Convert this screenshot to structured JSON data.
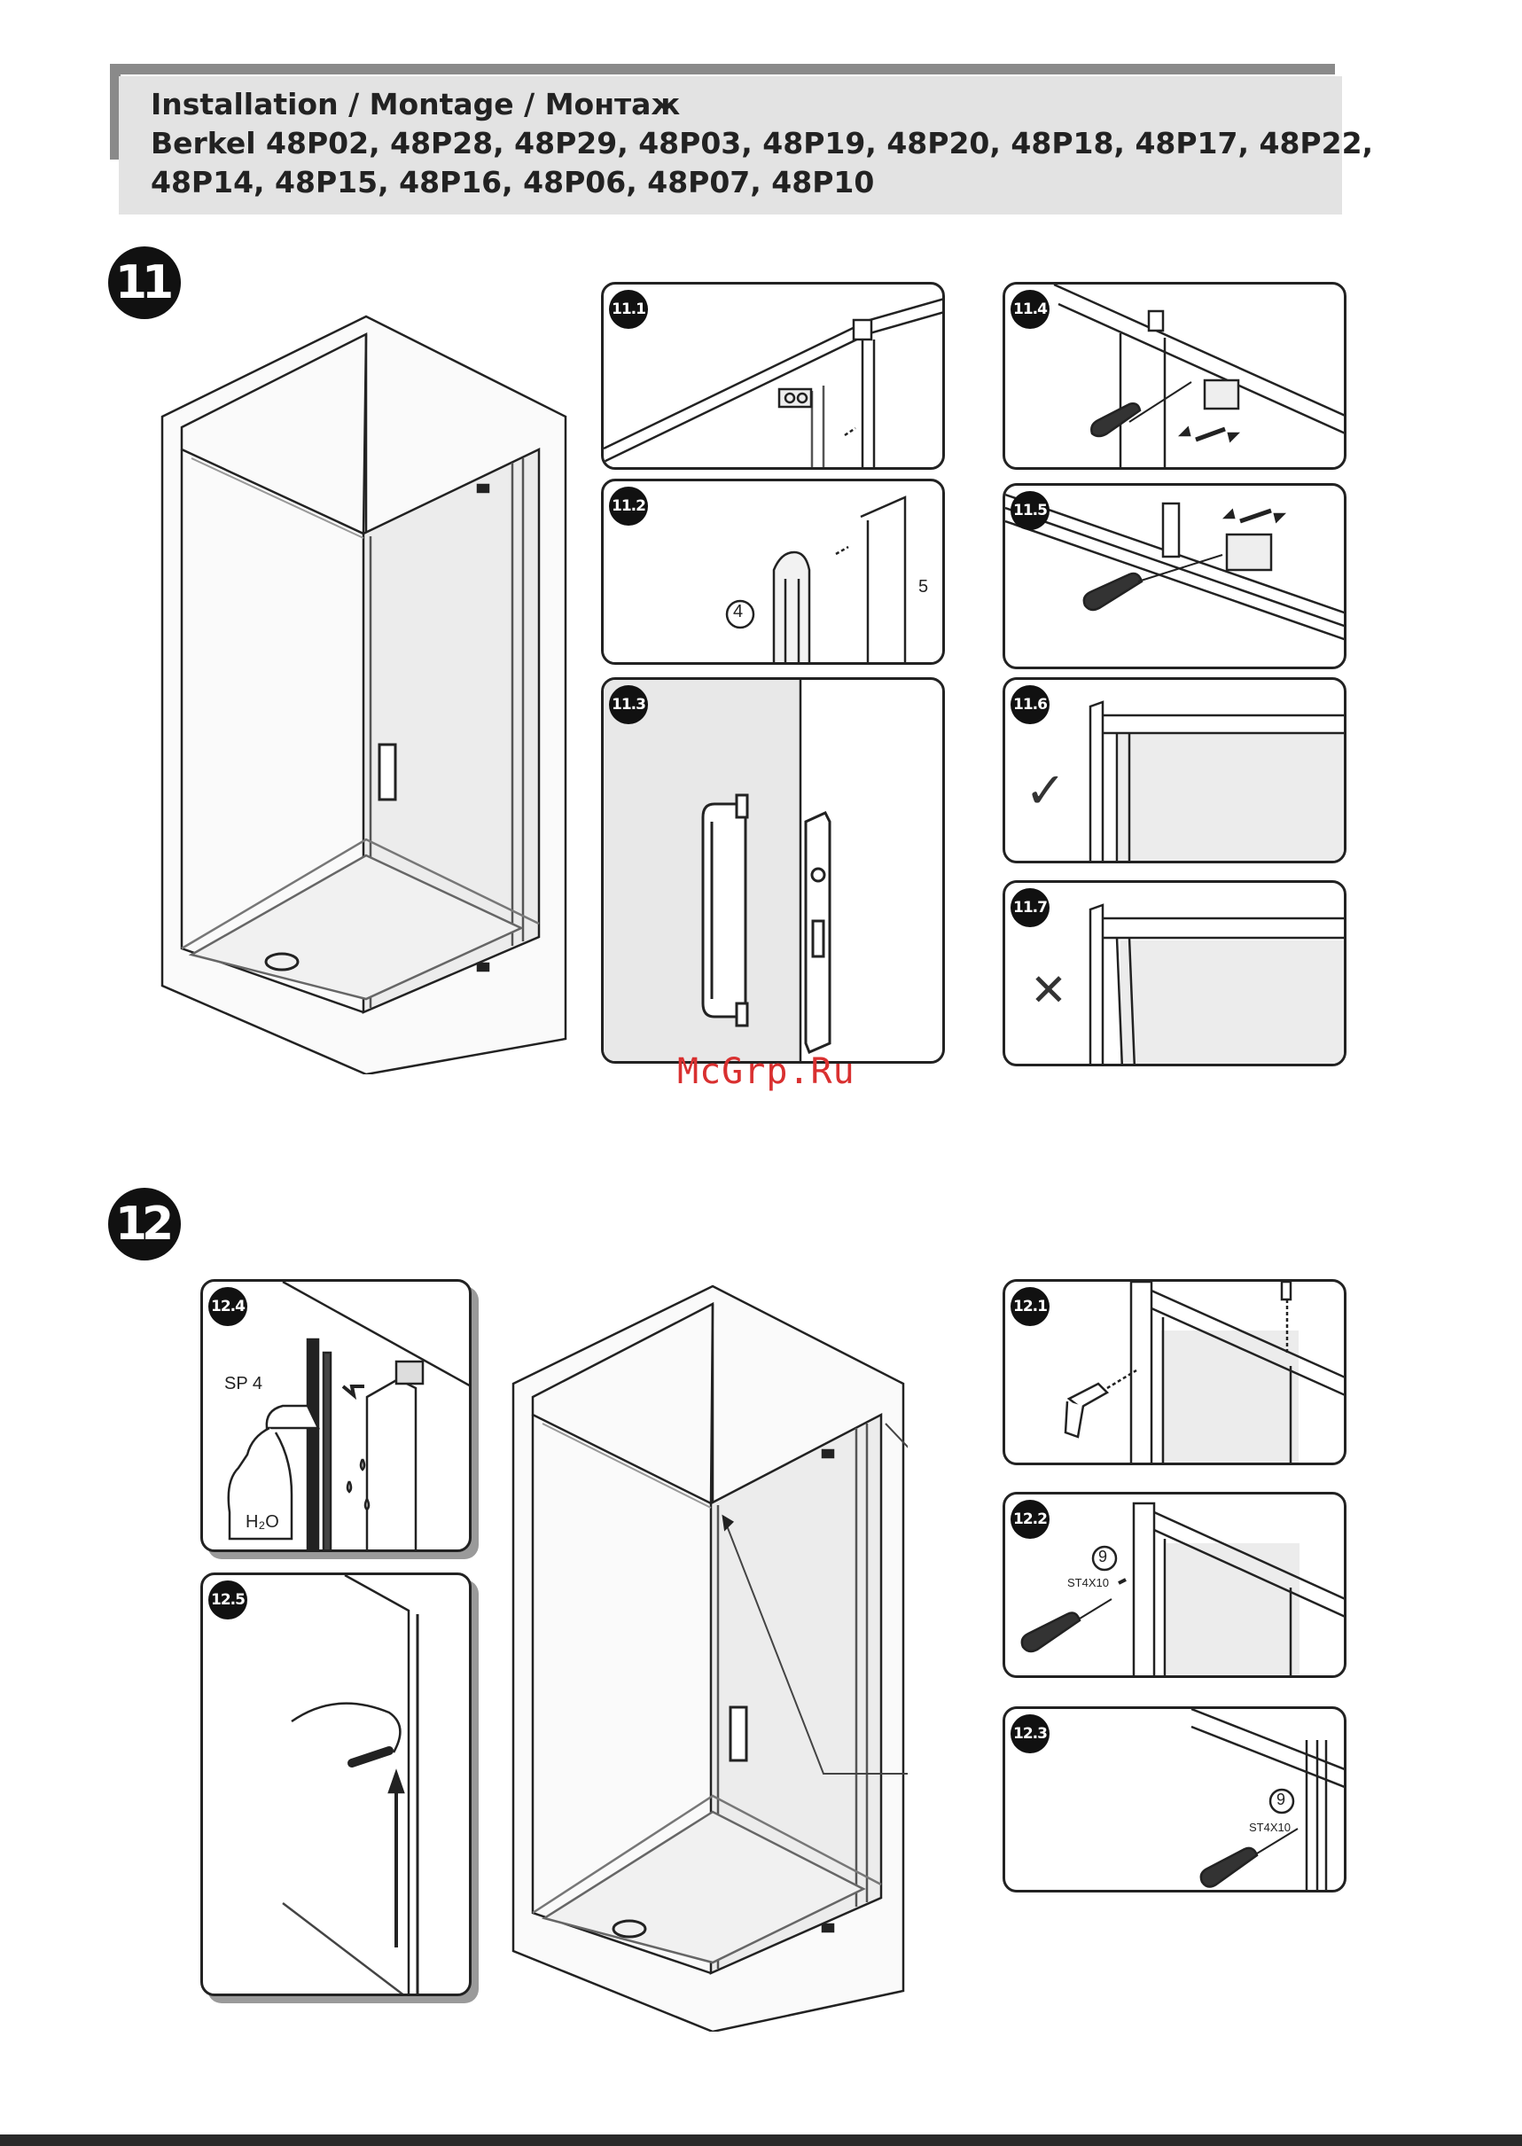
{
  "header": {
    "line1": "Installation / Montage / Монтаж",
    "line2": "Berkel 48P02, 48P28, 48P29, 48P03, 48P19, 48P20, 48P18, 48P17, 48P22,",
    "line3": "48P14, 48P15, 48P16, 48P06, 48P07, 48P10"
  },
  "steps": {
    "step11": "11",
    "step12": "12"
  },
  "panels": {
    "p11_1": "11.1",
    "p11_2": "11.2",
    "p11_3": "11.3",
    "p11_4": "11.4",
    "p11_5": "11.5",
    "p11_6": "11.6",
    "p11_7": "11.7",
    "p12_1": "12.1",
    "p12_2": "12.2",
    "p12_3": "12.3",
    "p12_4": "12.4",
    "p12_5": "12.5"
  },
  "callouts": {
    "part4": "4",
    "part5": "5",
    "part9": "9",
    "screw": "ST4X10",
    "sealant": "SP 4",
    "water": "H₂O",
    "check_mark": "✓",
    "cross_mark": "✕"
  },
  "watermark": "McGrp.Ru"
}
